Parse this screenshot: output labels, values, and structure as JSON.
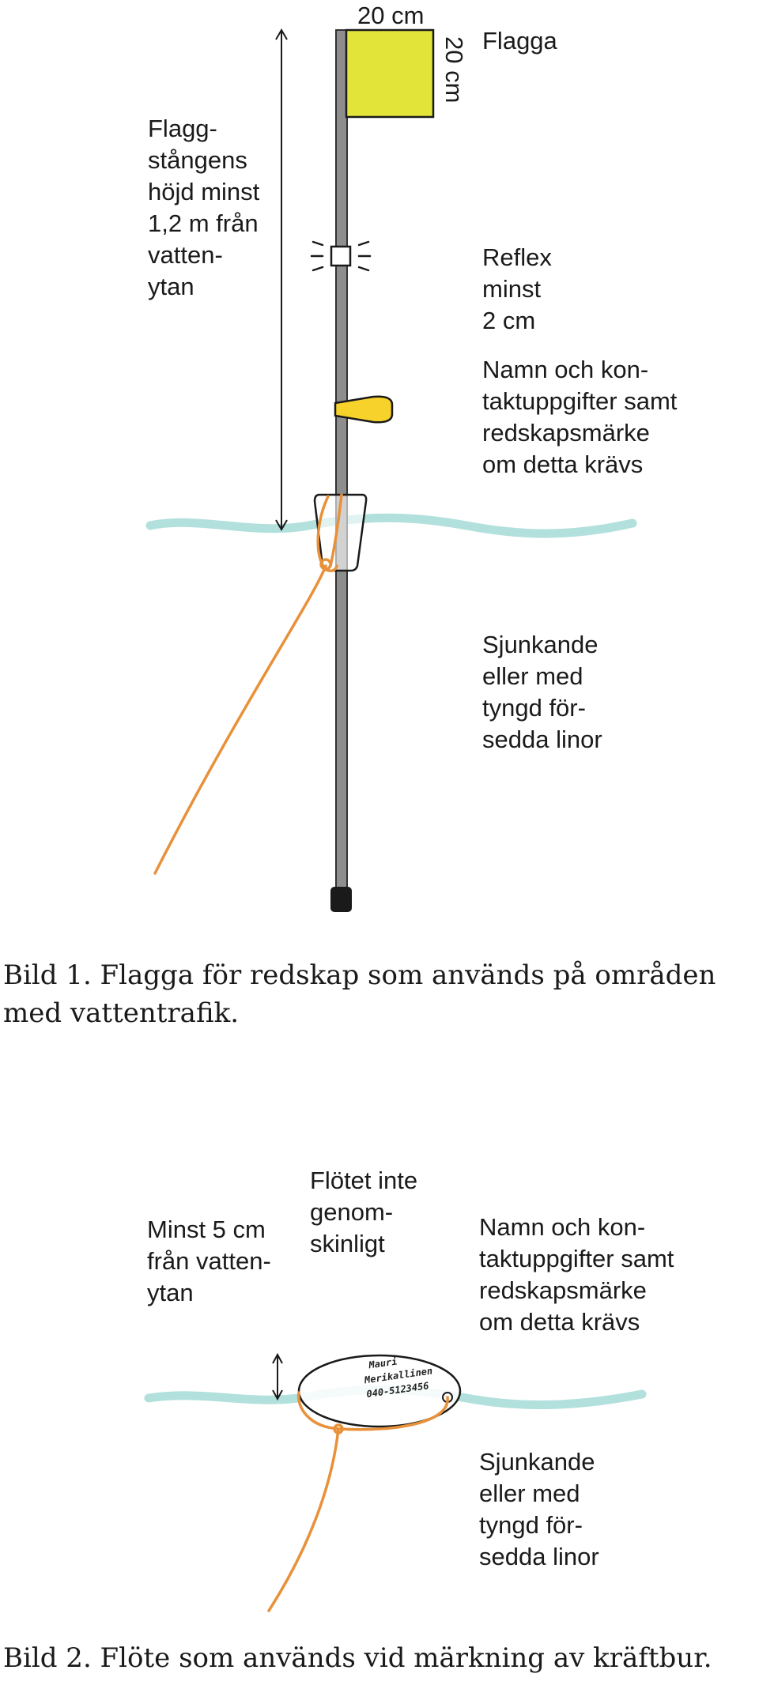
{
  "colors": {
    "water": "#b2e0dc",
    "flag": "#e3e43a",
    "line_orange": "#e8913a",
    "pole": "#8e8e8e",
    "tag_yellow": "#f7d22a",
    "ink": "#1a1a1a"
  },
  "figure1": {
    "flag_width_label": "20 cm",
    "flag_height_label": "20 cm",
    "flag_label": "Flagga",
    "pole_height_label": "Flagg-\nstångens\nhöjd minst\n1,2 m från\nvatten-\nytan",
    "reflex_label": "Reflex\nminst\n2 cm",
    "contact_label": "Namn och kon-\ntaktuppgifter samt\nredskapsmärke\nom detta krävs",
    "lines_label": "Sjunkande\neller med\ntyngd för-\nsedda linor",
    "caption": "Bild 1. Flagga för redskap som används på områden med vattentrafik."
  },
  "figure2": {
    "height_label": "Minst 5 cm\nfrån vatten-\nytan",
    "float_label": "Flötet inte\ngenom-\nskinligt",
    "contact_label": "Namn och kon-\ntaktuppgifter samt\nredskapsmärke\nom detta krävs",
    "lines_label": "Sjunkande\neller med\ntyngd för-\nsedda linor",
    "float_handwriting": [
      "Mauri",
      "Merikallinen",
      "040-5123456"
    ],
    "caption": "Bild 2. Flöte som används vid märkning av kräftbur."
  }
}
